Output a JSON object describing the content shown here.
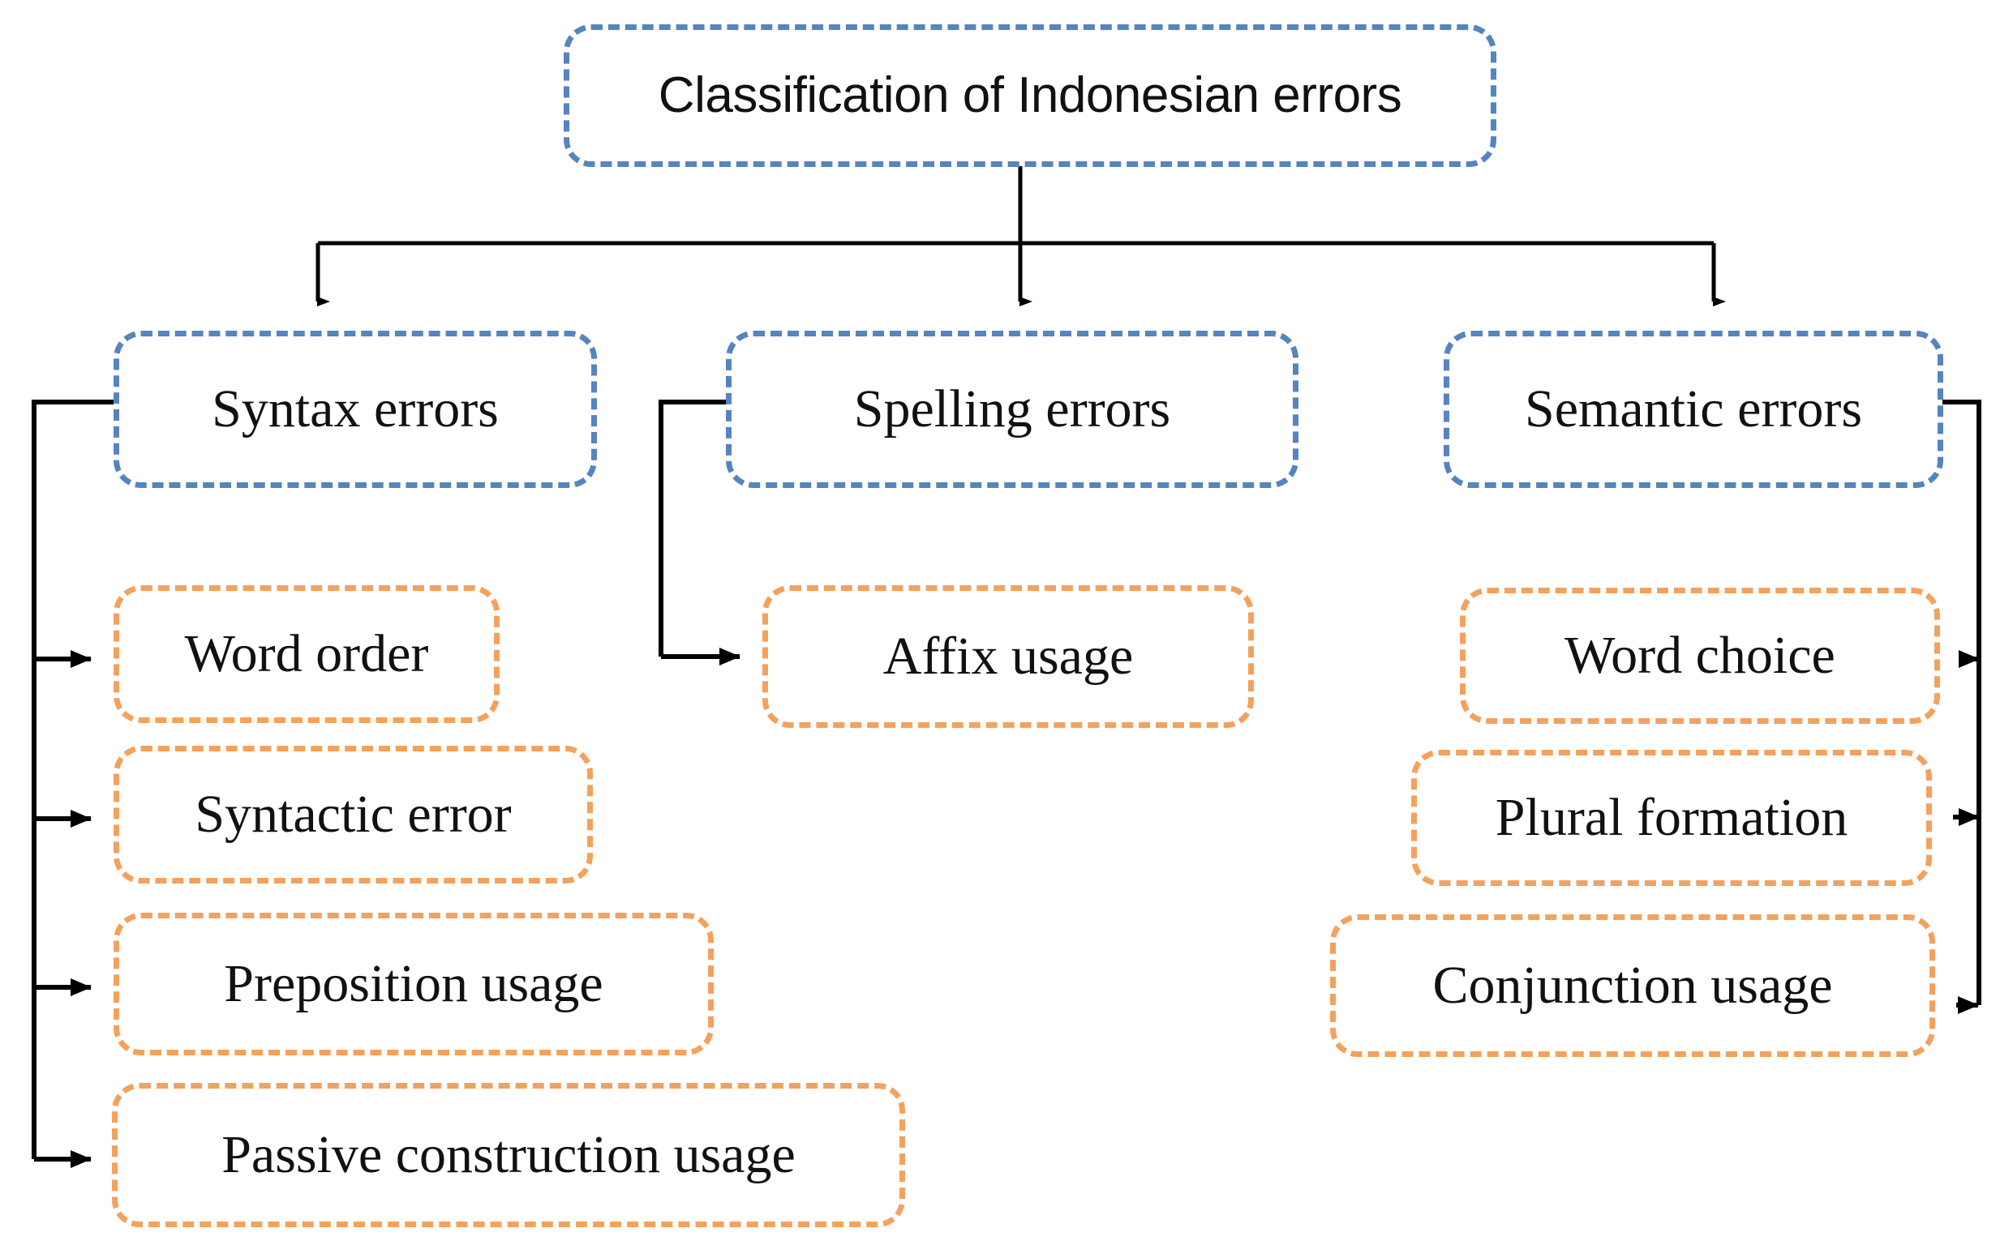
{
  "diagram": {
    "title": "Classification of Indonesian errors",
    "type": "hierarchy-tree",
    "palette": {
      "level_border": "#5585BE",
      "leaf_border": "#F3A25D",
      "connector": "#000000",
      "text": "#111111",
      "background": "#FFFFFF"
    },
    "root": {
      "label": "Classification of Indonesian errors"
    },
    "categories": [
      {
        "id": "syntax",
        "label": "Syntax errors",
        "children": [
          {
            "id": "word-order",
            "label": "Word order"
          },
          {
            "id": "syntactic-error",
            "label": "Syntactic error"
          },
          {
            "id": "preposition-usage",
            "label": "Preposition usage"
          },
          {
            "id": "passive-construction-usage",
            "label": "Passive construction usage"
          }
        ]
      },
      {
        "id": "spelling",
        "label": "Spelling errors",
        "children": [
          {
            "id": "affix-usage",
            "label": "Affix usage"
          }
        ]
      },
      {
        "id": "semantic",
        "label": "Semantic errors",
        "children": [
          {
            "id": "word-choice",
            "label": "Word choice"
          },
          {
            "id": "plural-formation",
            "label": "Plural formation"
          },
          {
            "id": "conjunction-usage",
            "label": "Conjunction usage"
          }
        ]
      }
    ]
  }
}
